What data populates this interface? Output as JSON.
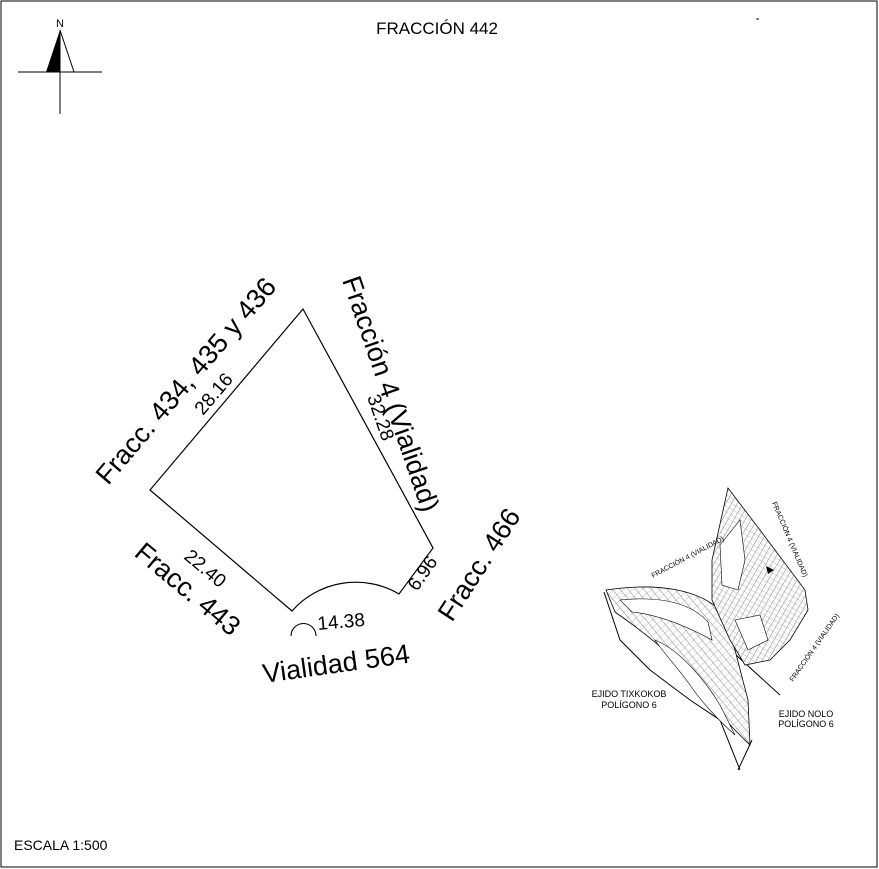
{
  "title": "FRACCIÓN 442",
  "north_label": "N",
  "scale_label": "ESCALA 1:500",
  "boundaries": {
    "nw": "Fracc. 434, 435 y 436",
    "ne": "Fracción 4 (Vialidad)",
    "sw": "Fracc. 443",
    "se": "Fracc. 466",
    "south": "Vialidad 564"
  },
  "dimensions": {
    "nw_side": "28.16",
    "ne_side": "32.28",
    "sw_side": "22.40",
    "se_side": "6.96",
    "arc": "14.38"
  },
  "location_map": {
    "road_top_left": "FRACCIÓN 4 (VIALIDAD)",
    "road_top_right": "FRACCIÓN 4 (VIALIDAD)",
    "road_right": "FRACCIÓN 4 (VIALIDAD)",
    "ejido_left_1": "EJIDO TIXKOKOB",
    "ejido_left_2": "POLÍGONO 6",
    "ejido_right_1": "EJIDO NOLO",
    "ejido_right_2": "POLÍGONO 6"
  }
}
